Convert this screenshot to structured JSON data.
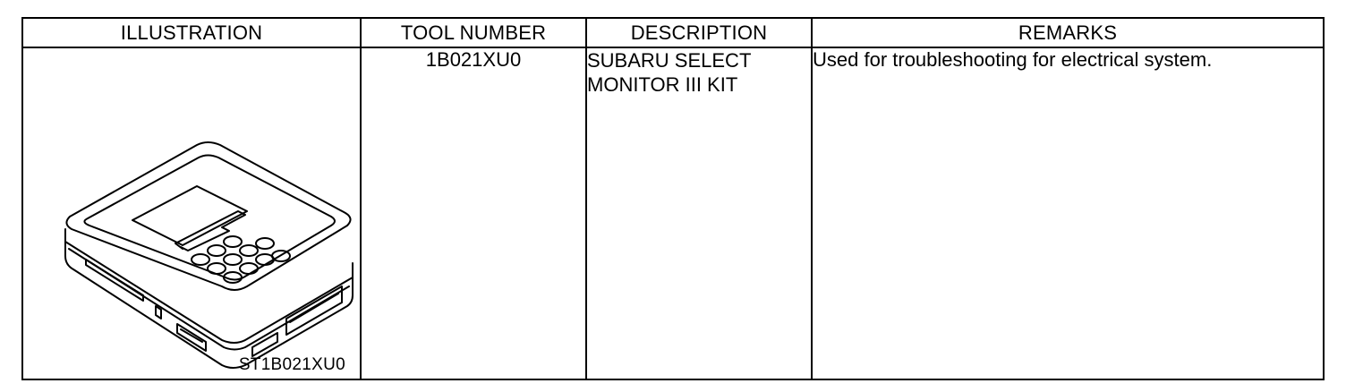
{
  "table": {
    "headers": {
      "illustration": "ILLUSTRATION",
      "tool_number": "TOOL NUMBER",
      "description": "DESCRIPTION",
      "remarks": "REMARKS"
    },
    "row": {
      "illustration_code": "ST1B021XU0",
      "tool_number": "1B021XU0",
      "description_lines": [
        "SUBARU SELECT",
        "MONITOR III KIT"
      ],
      "remarks": "Used for troubleshooting for electrical system."
    }
  },
  "illustration": {
    "subject": "select-monitor-device-drawing"
  }
}
